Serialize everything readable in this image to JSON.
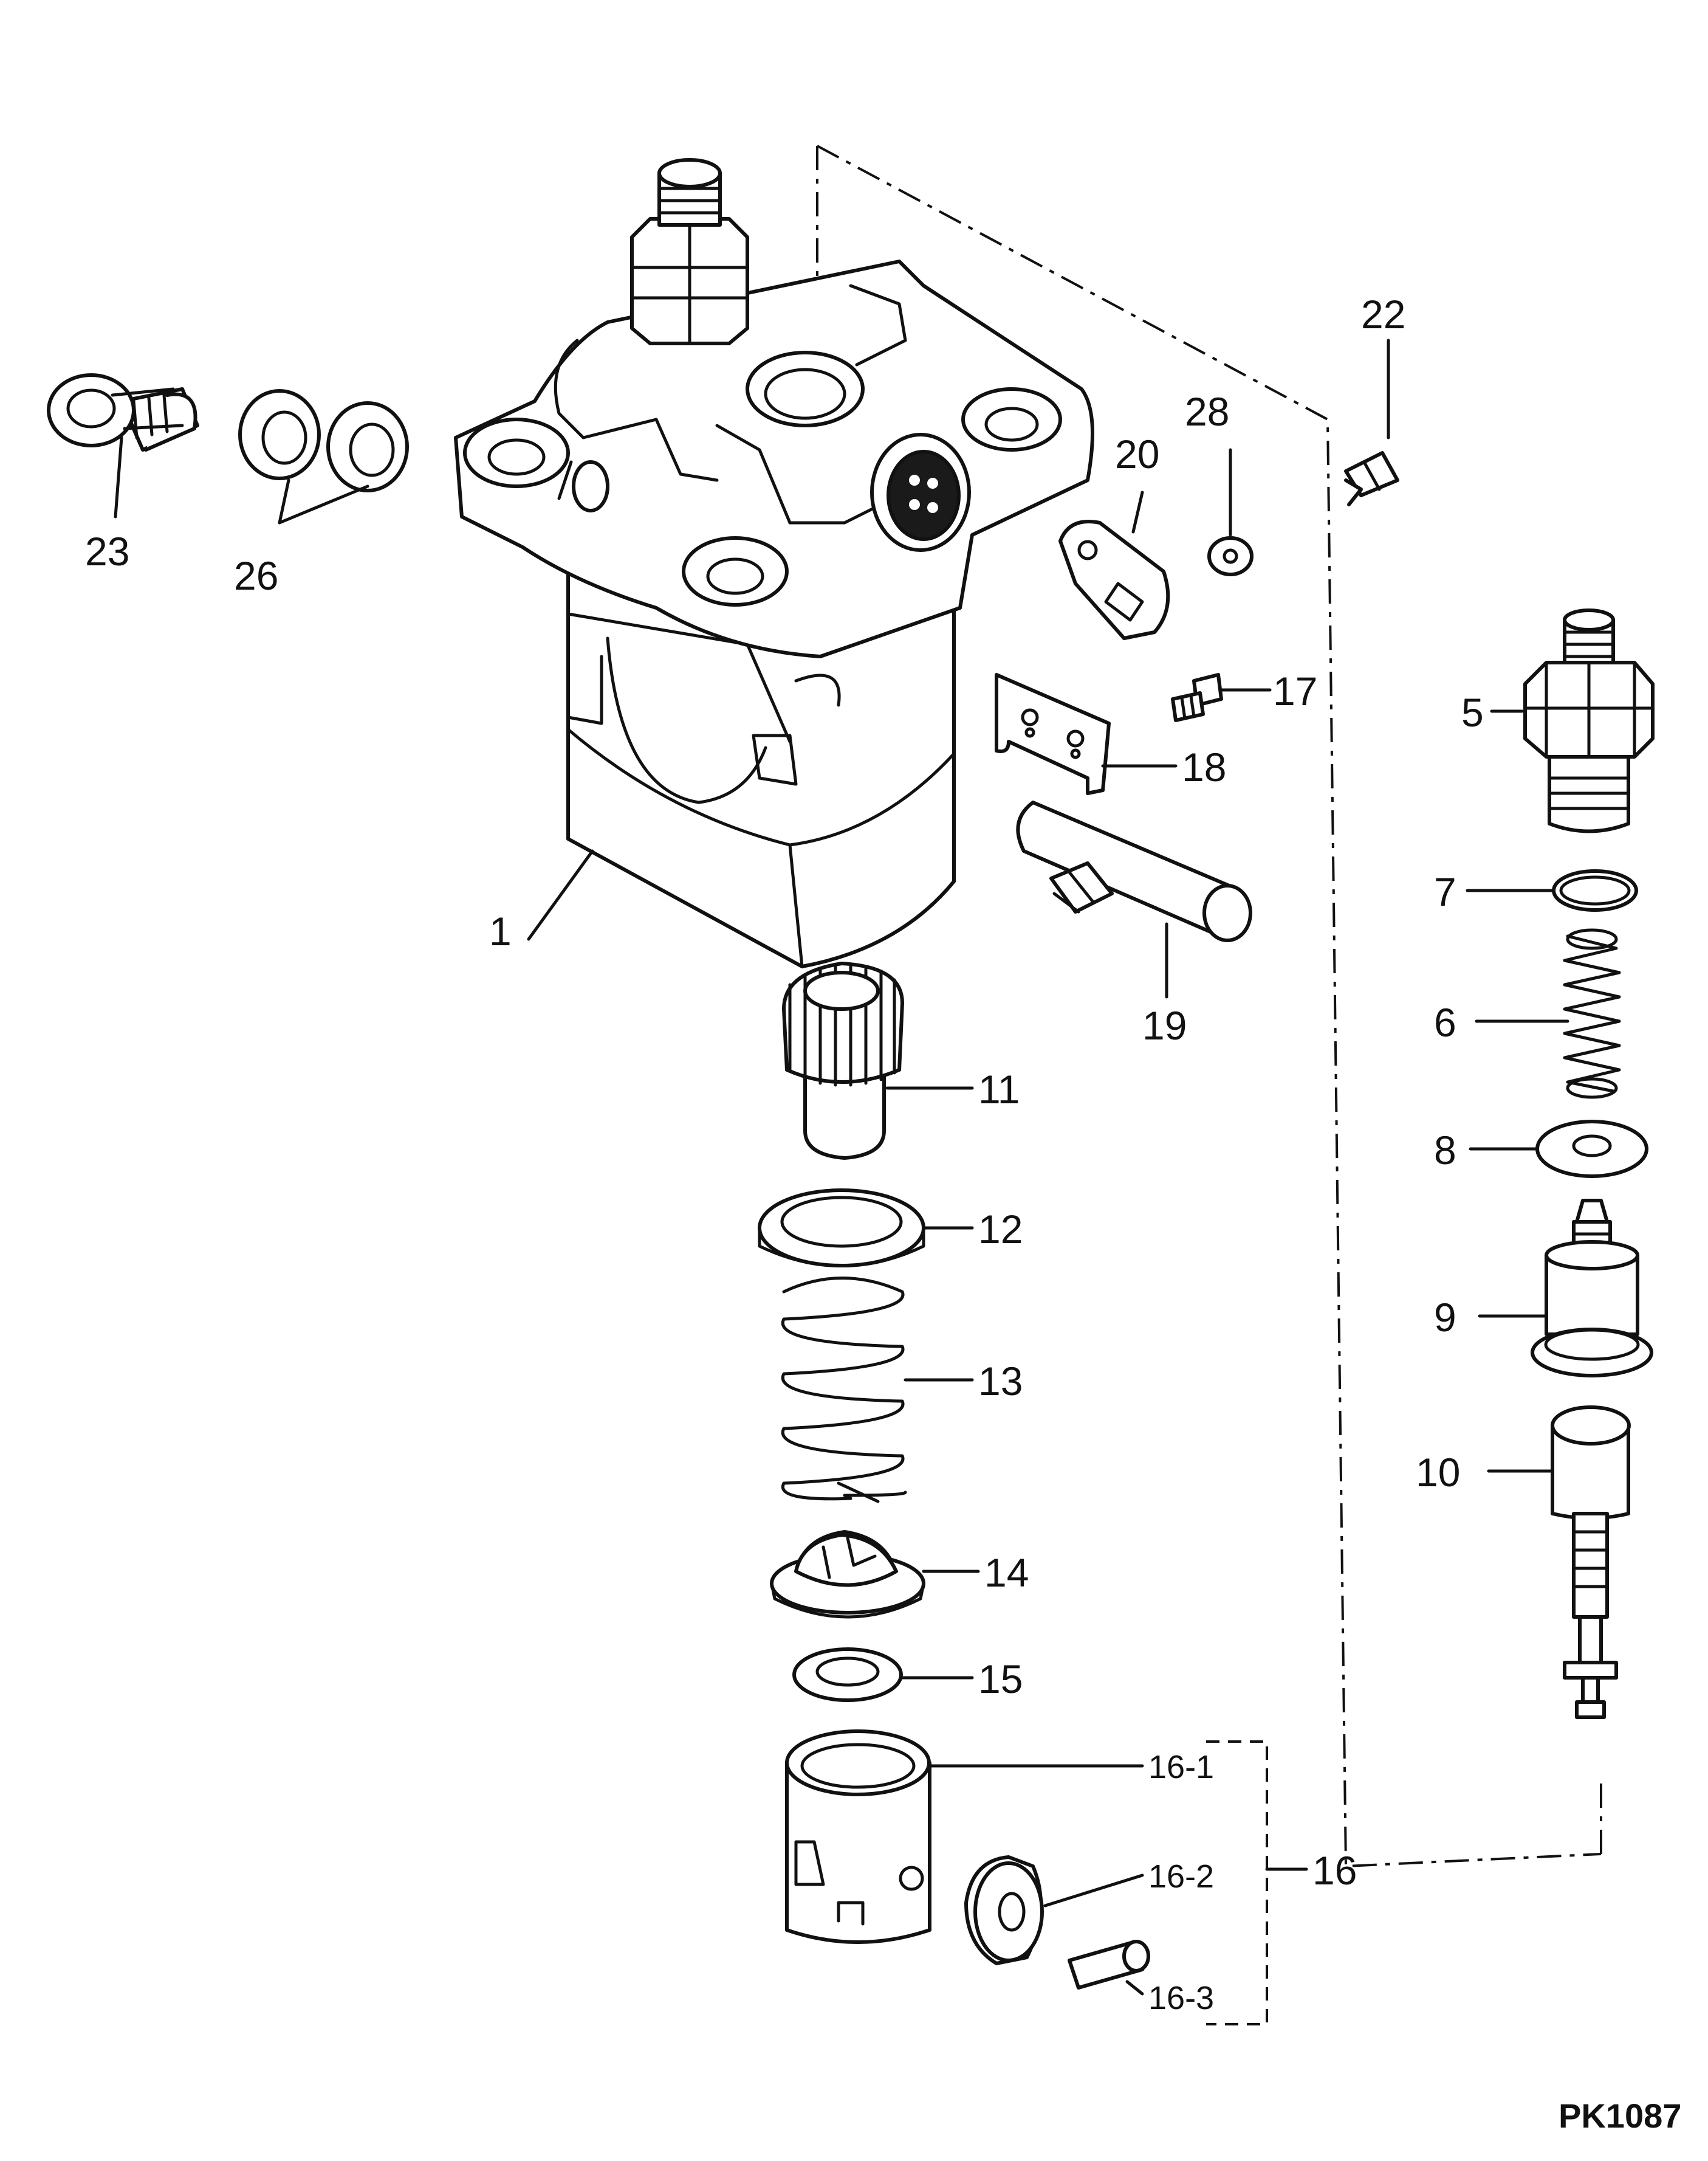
{
  "diagram": {
    "type": "exploded-parts-view",
    "reference_code": "PK1087",
    "callouts": {
      "c1": "1",
      "c5": "5",
      "c6": "6",
      "c7": "7",
      "c8": "8",
      "c9": "9",
      "c10": "10",
      "c11": "11",
      "c12": "12",
      "c13": "13",
      "c14": "14",
      "c15": "15",
      "c16": "16",
      "c16_1": "16-1",
      "c16_2": "16-2",
      "c16_3": "16-3",
      "c17": "17",
      "c18": "18",
      "c19": "19",
      "c20": "20",
      "c22": "22",
      "c23": "23",
      "c26": "26",
      "c28": "28"
    }
  }
}
